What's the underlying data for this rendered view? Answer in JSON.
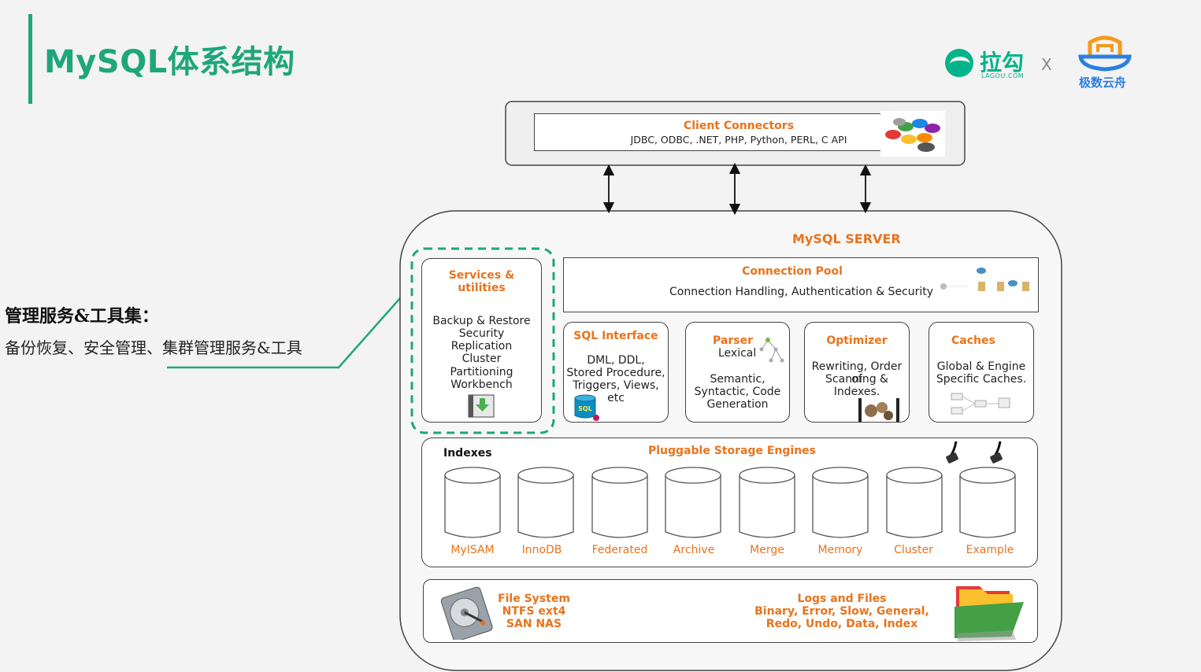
{
  "page": {
    "title": "MySQL体系结构"
  },
  "logos": {
    "lagou": "拉勾",
    "lagou_sub": "LAGOU.COM",
    "separator": "X",
    "jishu": "极数云舟"
  },
  "annotation": {
    "heading": "管理服务&工具集：",
    "description": "备份恢复、安全管理、集群管理服务&工具"
  },
  "diagram": {
    "client": {
      "title": "Client Connectors",
      "apis": "JDBC, ODBC, .NET, PHP, Python, PERL, C API"
    },
    "server_title": "MySQL SERVER",
    "services": {
      "title_line1": "Services &",
      "title_line2": "utilities",
      "items": [
        "Backup & Restore",
        "Security",
        "Replication",
        "Cluster",
        "Partitioning",
        "Workbench"
      ]
    },
    "connection_pool": {
      "title": "Connection Pool",
      "desc": "Connection Handling, Authentication & Security"
    },
    "sql_interface": {
      "title": "SQL Interface",
      "lines": [
        "DML, DDL,",
        "Stored Procedure,",
        "Triggers, Views,",
        "etc"
      ],
      "badge": "SQL"
    },
    "parser": {
      "title": "Parser",
      "lines": [
        "Lexical",
        "",
        "Semantic,",
        "Syntactic, Code",
        "Generation"
      ]
    },
    "optimizer": {
      "title": "Optimizer",
      "lines": [
        "Rewriting, Order of",
        "Scanning &",
        "Indexes."
      ]
    },
    "caches": {
      "title": "Caches",
      "lines": [
        "Global & Engine",
        "Specific Caches."
      ]
    },
    "storage": {
      "indexes_label": "Indexes",
      "title": "Pluggable Storage Engines",
      "engines": [
        "MyISAM",
        "InnoDB",
        "Federated",
        "Archive",
        "Merge",
        "Memory",
        "Cluster",
        "Example"
      ]
    },
    "filesystem": {
      "title": "File System",
      "line1": "NTFS ext4",
      "line2": "SAN NAS"
    },
    "logs": {
      "title": "Logs and Files",
      "line1": "Binary, Error, Slow, General,",
      "line2": "Redo, Undo, Data, Index"
    }
  },
  "colors": {
    "accent": "#1fa67a",
    "orange": "#e8731c",
    "lagou_green": "#00b38a",
    "jishu_blue": "#2c7fe0"
  }
}
